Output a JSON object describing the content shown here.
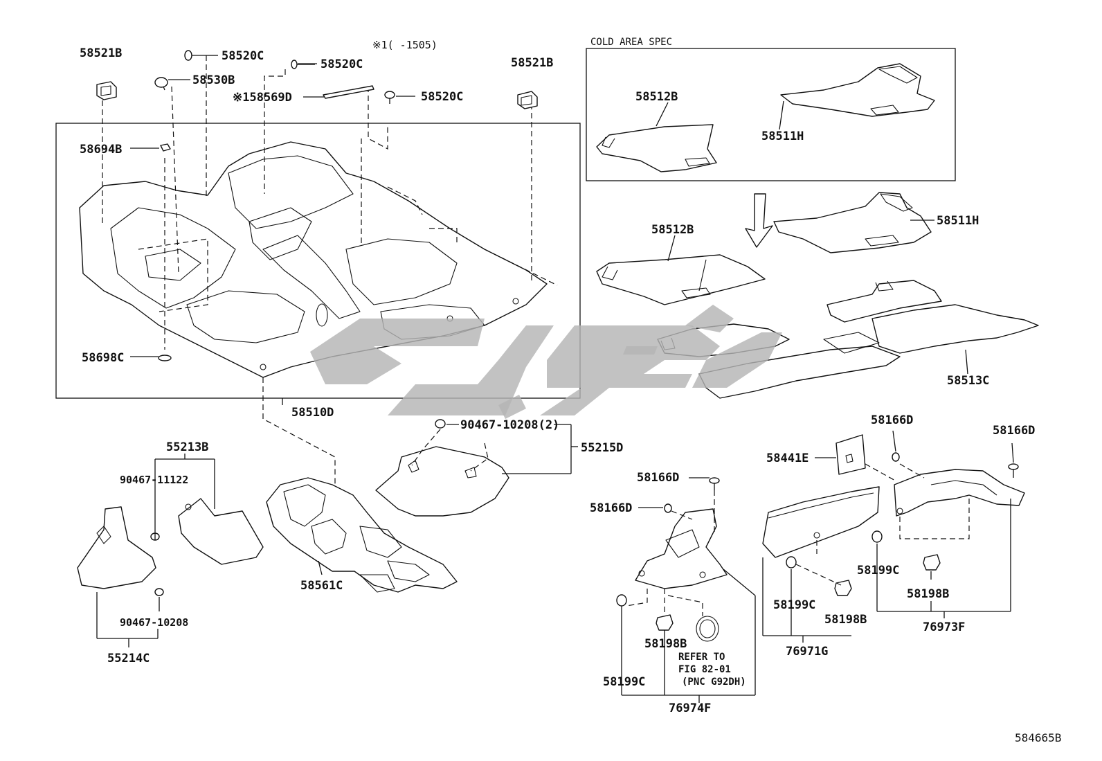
{
  "title": "",
  "diagram_code": "584665B",
  "cold_area": {
    "title": "COLD AREA SPEC",
    "parts": [
      "58512B",
      "58511H"
    ]
  },
  "note": "※1(      -1505)",
  "refer_note": [
    "REFER TO",
    "FIG 82-01",
    "(PNC G92DH)"
  ],
  "callouts": {
    "p58521B_left": "58521B",
    "p58520C_a": "58520C",
    "p58530B": "58530B",
    "p58520C_b": "58520C",
    "p58569D": "※158569D",
    "p58520C_c": "58520C",
    "p58521B_right": "58521B",
    "p58694B": "58694B",
    "p58698C": "58698C",
    "p58510D": "58510D",
    "p58512B_cold": "58512B",
    "p58511H_cold": "58511H",
    "p58512B": "58512B",
    "p58511H": "58511H",
    "p58513C": "58513C",
    "p90467_10208_2": "90467-10208(2)",
    "p55215D": "55215D",
    "p55213B": "55213B",
    "p90467_11122": "90467-11122",
    "p90467_10208": "90467-10208",
    "p55214C": "55214C",
    "p58561C": "58561C",
    "p58166D_a": "58166D",
    "p58166D_b": "58166D",
    "p58198B_a": "58198B",
    "p58199C_a": "58199C",
    "p76974F": "76974F",
    "p58441E": "58441E",
    "p58166D_c": "58166D",
    "p58166D_d": "58166D",
    "p58199C_b": "58199C",
    "p58198B_b": "58198B",
    "p76971G": "76971G",
    "p58199C_c": "58199C",
    "p58198B_c": "58198B",
    "p76973F": "76973F"
  }
}
